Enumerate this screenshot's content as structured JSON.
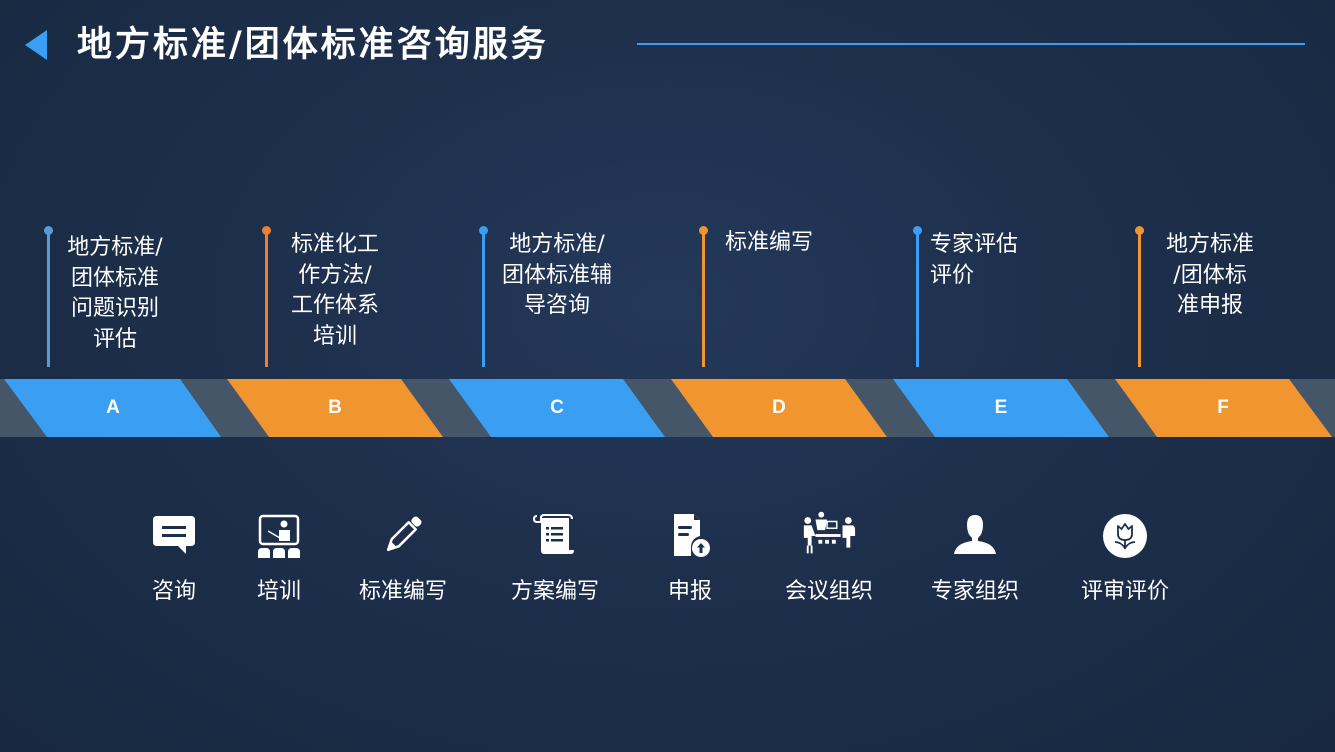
{
  "header": {
    "title": "地方标准/团体标准咨询服务",
    "arrow_icon": "left-triangle-icon",
    "accent_color": "#3a9ff2"
  },
  "colors": {
    "blue": "#3a9ff2",
    "orange": "#f0952f",
    "band_gray": "#465669",
    "background": "#1d2f4b"
  },
  "timeline": {
    "steps": [
      {
        "letter": "A",
        "color": "blue",
        "text": "地方标准/\n团体标准\n问题识别\n评估"
      },
      {
        "letter": "B",
        "color": "orange",
        "text": "标准化工\n作方法/\n工作体系\n培训"
      },
      {
        "letter": "C",
        "color": "blue",
        "text": "地方标准/\n团体标准辅\n导咨询"
      },
      {
        "letter": "D",
        "color": "orange",
        "text": "标准编写"
      },
      {
        "letter": "E",
        "color": "blue",
        "text": "专家评估\n评价"
      },
      {
        "letter": "F",
        "color": "orange",
        "text": "地方标准\n/团体标\n准申报"
      }
    ]
  },
  "services": {
    "items": [
      {
        "label": "咨询",
        "icon": "chat-bubble-icon"
      },
      {
        "label": "培训",
        "icon": "training-presentation-icon"
      },
      {
        "label": "标准编写",
        "icon": "pencil-icon"
      },
      {
        "label": "方案编写",
        "icon": "scroll-document-icon"
      },
      {
        "label": "申报",
        "icon": "document-upload-icon"
      },
      {
        "label": "会议组织",
        "icon": "meeting-icon"
      },
      {
        "label": "专家组织",
        "icon": "person-icon"
      },
      {
        "label": "评审评价",
        "icon": "tulip-badge-icon"
      }
    ]
  }
}
